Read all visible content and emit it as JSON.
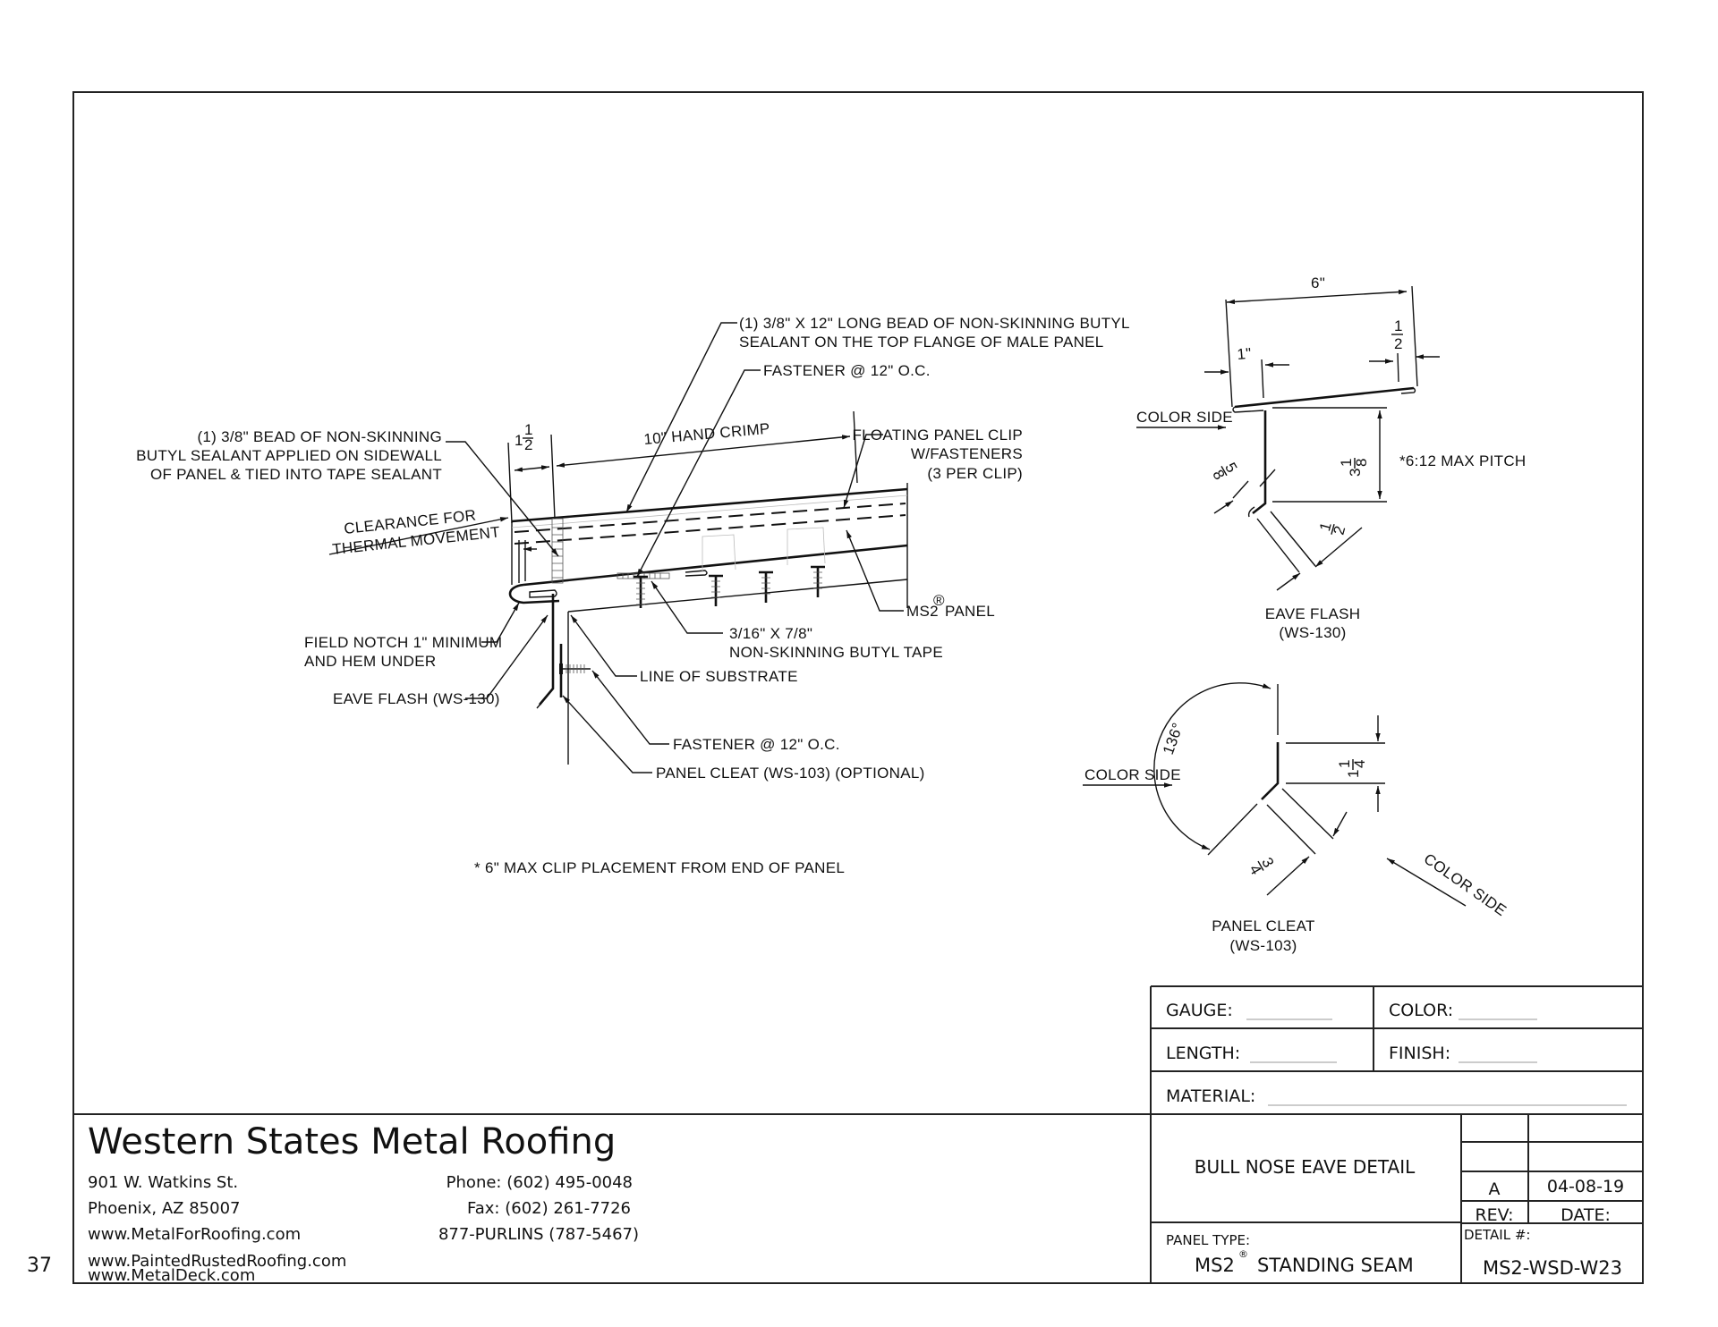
{
  "page_number": "37",
  "main_detail": {
    "callouts": {
      "bead_top_flange_1": "(1) 3/8\" X 12\" LONG BEAD OF NON-SKINNING BUTYL",
      "bead_top_flange_2": "SEALANT ON THE TOP FLANGE OF MALE PANEL",
      "fastener_top": "FASTENER @ 12\" O.C.",
      "bead_sidewall_1": "(1) 3/8\" BEAD OF NON-SKINNING",
      "bead_sidewall_2": "BUTYL SEALANT APPLIED ON SIDEWALL",
      "bead_sidewall_3": "OF PANEL & TIED INTO TAPE SEALANT",
      "dim_one_half_whole": "1",
      "dim_one_half_num": "1",
      "dim_one_half_den": "2",
      "dim_hand_crimp": "10\" HAND CRIMP",
      "floating_clip_1": "FLOATING PANEL CLIP",
      "floating_clip_2": "W/FASTENERS",
      "floating_clip_3": "(3 PER CLIP)",
      "clearance_1": "CLEARANCE FOR",
      "clearance_2": "THERMAL MOVEMENT",
      "ms2_panel": "MS2",
      "ms2_panel_suffix": "PANEL",
      "registered": "®",
      "butyl_tape_1": "3/16\" X 7/8\"",
      "butyl_tape_2": "NON-SKINNING BUTYL TAPE",
      "field_notch_1": "FIELD NOTCH 1\" MINIMUM",
      "field_notch_2": "AND HEM UNDER",
      "line_substrate": "LINE OF SUBSTRATE",
      "eave_flash": "EAVE FLASH (WS-130)",
      "fastener_bottom": "FASTENER @ 12\" O.C.",
      "panel_cleat": "PANEL CLEAT (WS-103) (OPTIONAL)",
      "footnote": "* 6\" MAX CLIP PLACEMENT FROM END OF PANEL"
    }
  },
  "eave_flash_detail": {
    "dim_width": "6\"",
    "dim_left": "1\"",
    "dim_right_num": "1",
    "dim_right_den": "2",
    "color_side": "COLOR SIDE",
    "dim_height_whole": "3",
    "dim_height_num": "1",
    "dim_height_den": "8",
    "pitch_note": "*6:12 MAX PITCH",
    "dim_hem_num": "5",
    "dim_hem_den": "8",
    "dim_leg_num": "1",
    "dim_leg_den": "2",
    "title": "EAVE FLASH",
    "part_no": "(WS-130)"
  },
  "panel_cleat_detail": {
    "angle": "136°",
    "color_side_left": "COLOR SIDE",
    "color_side_right": "COLOR SIDE",
    "dim_height_whole": "1",
    "dim_height_num": "1",
    "dim_height_den": "4",
    "dim_leg_num": "3",
    "dim_leg_den": "4",
    "title": "PANEL CLEAT",
    "part_no": "(WS-103)"
  },
  "title_block": {
    "gauge_label": "GAUGE:",
    "color_label": "COLOR:",
    "length_label": "LENGTH:",
    "finish_label": "FINISH:",
    "material_label": "MATERIAL:",
    "detail_title": "BULL NOSE EAVE DETAIL",
    "panel_type_label": "PANEL TYPE:",
    "panel_type_value": "MS2",
    "panel_type_suffix": "STANDING SEAM",
    "registered": "®",
    "rev_value": "A",
    "date_value": "04-08-19",
    "rev_label": "REV:",
    "date_label": "DATE:",
    "detail_no_label": "DETAIL #:",
    "detail_no_value": "MS2-WSD-W23"
  },
  "company": {
    "name": "Western States Metal Roofing",
    "address_1": "901 W. Watkins St.",
    "address_2": "Phoenix, AZ 85007",
    "web_1": "www.MetalForRoofing.com",
    "web_2": "www.PaintedRustedRoofing.com",
    "web_3": "www.MetalDeck.com",
    "phone": "Phone: (602) 495-0048",
    "fax": "Fax: (602) 261-7726",
    "toll_free": "877-PURLINS (787-5467)"
  }
}
